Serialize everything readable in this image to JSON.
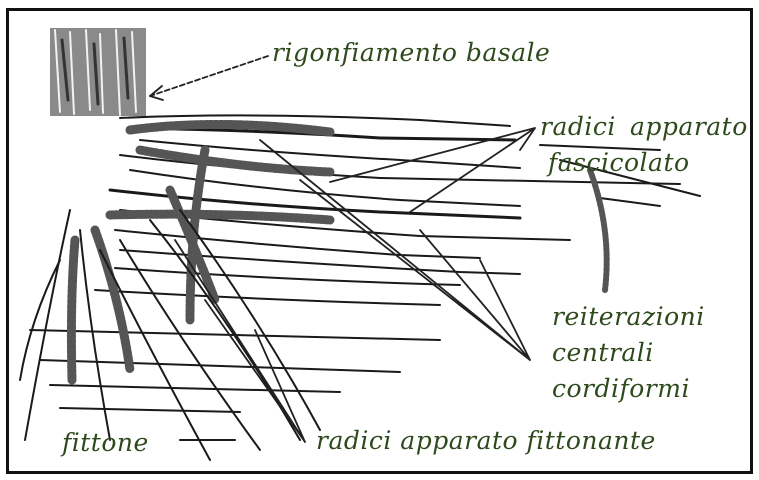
{
  "labels": {
    "basal_swelling": "rigonfiamento basale",
    "fascicled_roots_line1": "radici",
    "fascicled_roots_line1b": "apparato",
    "fascicled_roots_line2": "fascicolato",
    "reiterations_line1": "reiterazioni",
    "reiterations_line2": "centrali",
    "reiterations_line3": "cordiformi",
    "taproot": "fittone",
    "taproot_roots": "radici apparato fittonante"
  },
  "colors": {
    "label_text": "#2e4a1c",
    "ink": "#1a1a1a",
    "frame": "#111111"
  }
}
